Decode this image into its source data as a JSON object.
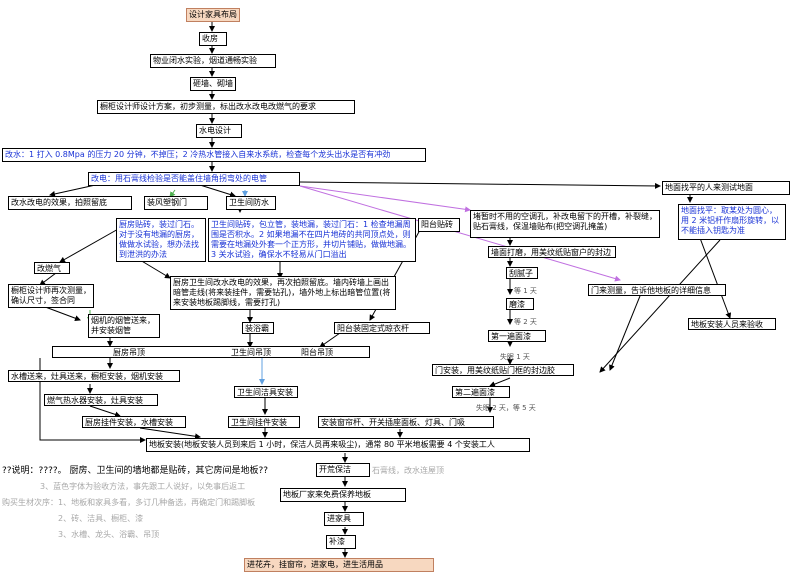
{
  "boxes": {
    "title": "设计家具布局",
    "shoufang": "收房",
    "bihuo": "物业闭水实验，烟道通畅实验",
    "chaiqiang": "砸墙、砌墙",
    "chugui_design": "橱柜设计师设计方案，初步测量，标出改水改电改燃气的要求",
    "shuidian": "水电设计",
    "gaishui": "改水：1 打入 0.8Mpa 的压力 20 分钟，不掉压；2 冷热水管接入自来水系统，检查每个龙头出水是否有冲劲",
    "gaidian": "改电：用石膏线检验是否能盖住墙角拐弯处的电管",
    "dimian_zhaoping": "地面找平的人来测试地面",
    "gaishui_xiaoguo": "改水改电的效果，拍照留底",
    "zhuang_yingmen": "装风塑钢门",
    "weishengjian_fangshui": "卫生间防水",
    "chufang_tiezhuan": "厨房贴砖，装过门石。对于没有地漏的厨房，做做水试验，想办法找到泄洪的办法",
    "wsj_tiezhuan": "卫生间贴砖，包立管，装地漏，装过门石：1 检查地漏周围是否积水。2 如果地漏不在四片地砖的共同顶点处，则需要在地漏处外套一个正方形，并切片铺贴，做做地漏。3 关水试验，确保水不轻易从门口溢出",
    "yangtai_tiezhuan": "阳台贴砖",
    "zanshi_kongtiao": "堵暂时不用的空调孔，补改电留下的开槽，补裂缝，贴石膏线，保温墙贴布(把空调孔掩盖)",
    "dimian_zhaoping2": "地面找平：取某处为圆心，用 2 米铝杆作扇形旋转，以不能插入钥匙为准",
    "gaiqi": "改燃气",
    "chufang_weisheng_gaishui": "厨房卫生间改水改电的效果，再次拍照留底。墙内砖墙上画出暗管走线(将来装挂件，需要钻孔)，墙外地上标出暗管位置(将来安装地板踢脚线，需要打孔)",
    "qiangmian_daji": "墙面打磨，用美纹纸贴窗户的封边胶",
    "chugui_fuce": "橱柜设计师再次测量，确认尺寸，签合同",
    "guaniazi": "刮腻子",
    "yangtai_yijia": "阳台装固定式晾衣杆",
    "yanji_yandaodiao": "烟机的烟管送来，并安装烟管",
    "zhuangyugang": "装浴霸",
    "dizhuan_ceshi": "磨漆",
    "dimian_anzhuang": "地板安装人员来验收",
    "chufang_diaoding": "厨房吊顶",
    "wsj_diaoding": "卫生间吊顶",
    "yangtai_diaoding": "阳台吊顶",
    "diyibian_qi": "第一遍面漆",
    "menguanzhuang": "门安装，用美纹纸贴门框的封边胶",
    "menlai_celiang": "门来测量，告诉他地板的详细信息",
    "shuicao": "水槽送来，灶具送来，橱柜安装，烟机安装",
    "reshuiqi": "燃气热水器安装，灶具安装",
    "wsj_jieju": "卫生间洁具安装",
    "dierbian_qi": "第二遍面漆",
    "chufang_guajian": "厨房挂件安装，水槽安装",
    "wsj_guajian": "卫生间挂件安装",
    "chuanglian": "安装窗帘杆、开关插座面板、灯具、门吸",
    "diban_anzhuang": "地板安装(地板安装人员到来后 1 小时，保洁人员再来吸尘)，通常 80 平米地板需要 4 个安装工人",
    "kaihuang": "开荒保洁",
    "diban_baoyang": "地板厂家来免费保养地板",
    "jinjiaju": "进家具",
    "buqi": "补漆",
    "final": "进花卉，挂窗帘，进家电，进生活用品"
  },
  "notes": {
    "wait1": "等 1 天",
    "wait2": "等 2 天",
    "wait3": "失眠 1 天",
    "wait4": "失眠 2 天，等 5 天",
    "overlap": "石膏线，改水连屋顶"
  },
  "left_notes": {
    "n1": "??说明：????。 厨房、卫生间的墙地都是贴砖，其它房间是地板??",
    "n2": "3、蓝色字体为验收方法，事先跟工人说好，以免事后返工",
    "n3": "购买生材次序：1、地板和家具多看，多订几种备选，再确定门和踢脚板",
    "n4": "2、砖、洁具、橱柜、漆",
    "n5": "3、水槽、龙头、浴霸、吊顶"
  }
}
